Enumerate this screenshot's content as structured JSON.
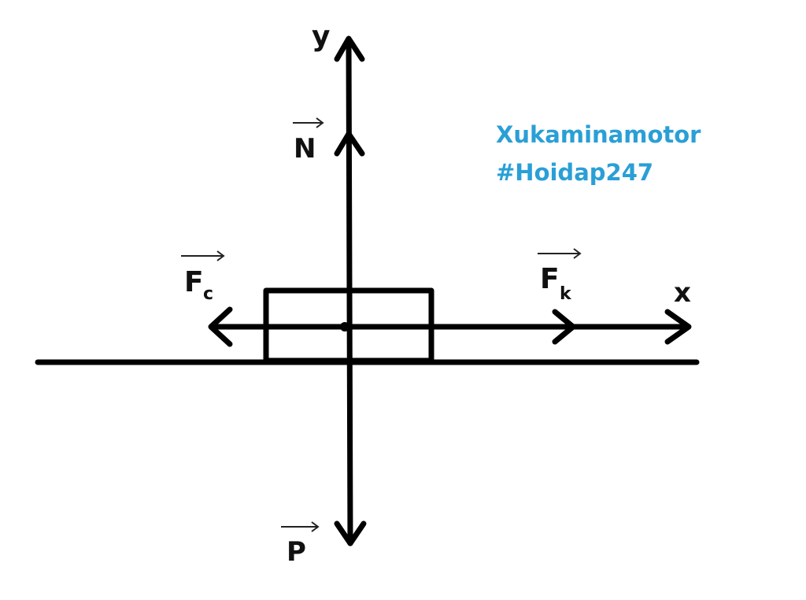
{
  "axes": {
    "y_label": "y",
    "x_label": "x"
  },
  "forces": {
    "normal": {
      "symbol": "N"
    },
    "weight": {
      "symbol": "P"
    },
    "friction": {
      "symbol": "F",
      "subscript": "c"
    },
    "traction": {
      "symbol": "F",
      "subscript": "k"
    }
  },
  "watermark": {
    "line1": "Xukaminamotor",
    "line2": "#Hoidap247",
    "color": "#2a9fd6"
  }
}
